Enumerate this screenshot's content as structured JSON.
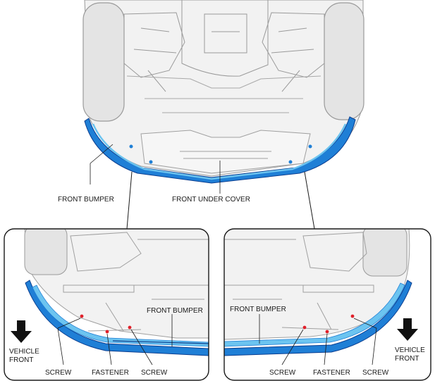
{
  "labels": {
    "front_bumper": "FRONT BUMPER",
    "front_under_cover": "FRONT UNDER COVER",
    "screw": "SCREW",
    "fastener": "FASTENER",
    "vehicle": "VEHICLE",
    "front": "FRONT"
  },
  "colors": {
    "bumper_blue": "#1f7fd6",
    "bumper_dark": "#0a3d8f",
    "bumper_light": "#6cc4f0",
    "fastener_red": "#e0202a",
    "line_gray": "#9a9a9a",
    "part_fill": "#efefef"
  },
  "icons": [
    "arrow-down-icon"
  ]
}
